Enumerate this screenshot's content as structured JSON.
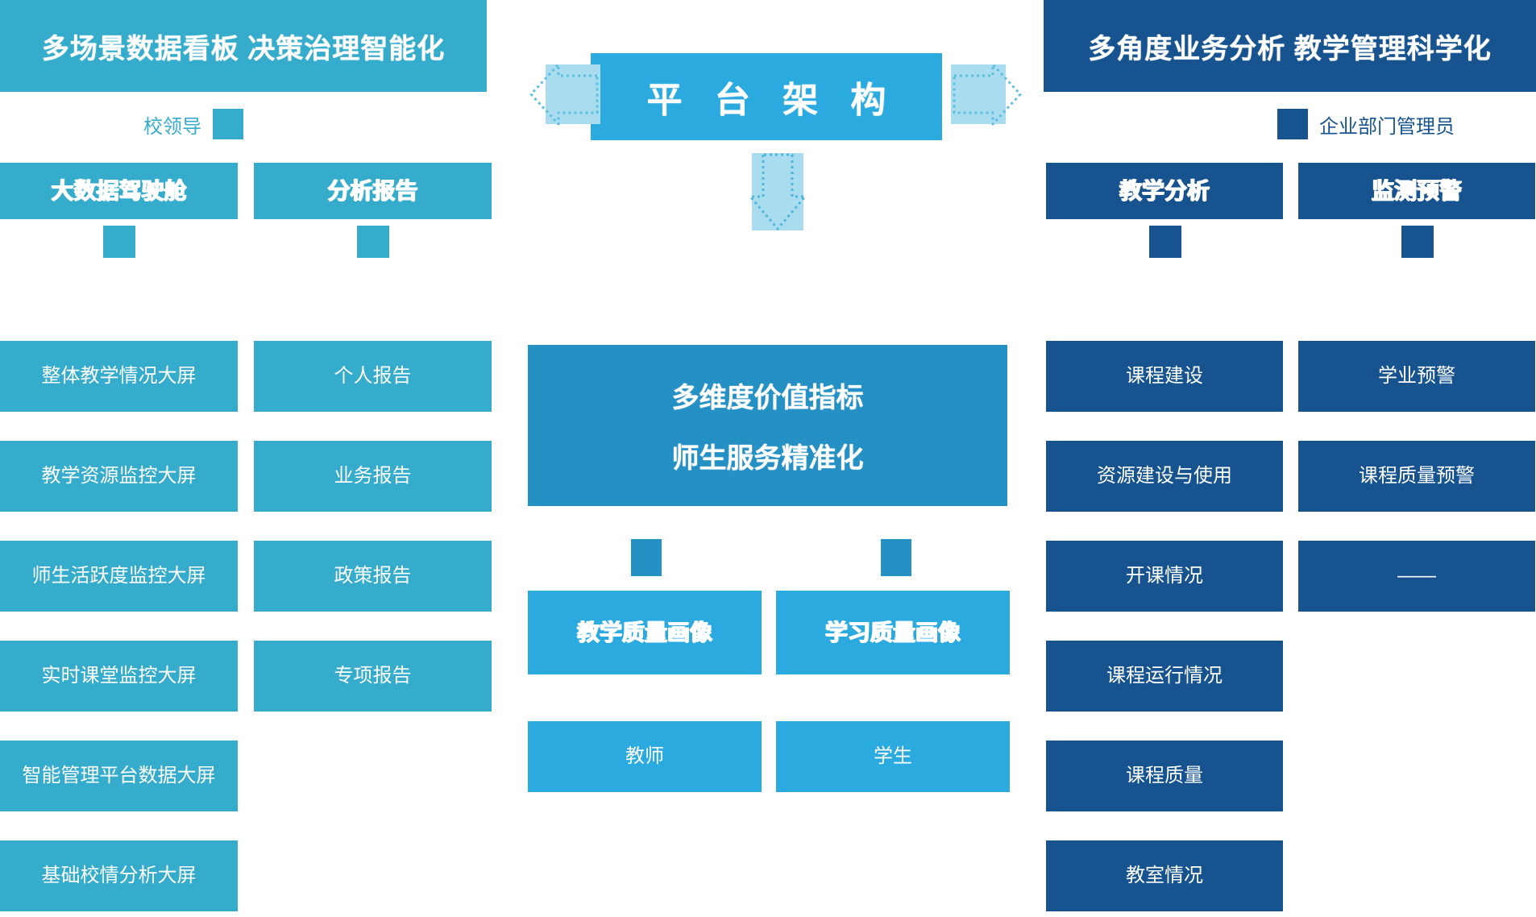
{
  "theme": {
    "cyan": "#35ACCB",
    "cyan_bright": "#2BAADF",
    "cyan_mid": "#2490C4",
    "navy": "#17548F",
    "arrow_fill": "#A8DCEE",
    "background": "#FFFFFF"
  },
  "center": {
    "title": "平 台 架 构",
    "left_arrow_icon": "arrow-left-dotted-icon",
    "right_arrow_icon": "arrow-right-dotted-icon",
    "down_arrow_icon": "arrow-down-dotted-icon",
    "value_panel": {
      "line1": "多维度价值指标",
      "line2": "师生服务精准化"
    },
    "branches": [
      {
        "category": "教学质量画像",
        "items": [
          "教师"
        ]
      },
      {
        "category": "学习质量画像",
        "items": [
          "学生"
        ]
      }
    ]
  },
  "left": {
    "banner": "多场景数据看板 决策治理智能化",
    "role_label": "校领导",
    "columns": [
      {
        "category": "大数据驾驶舱",
        "items": [
          "整体教学情况大屏",
          "教学资源监控大屏",
          "师生活跃度监控大屏",
          "实时课堂监控大屏",
          "智能管理平台数据大屏",
          "基础校情分析大屏"
        ]
      },
      {
        "category": "分析报告",
        "items": [
          "个人报告",
          "业务报告",
          "政策报告",
          "专项报告"
        ]
      }
    ]
  },
  "right": {
    "banner": "多角度业务分析 教学管理科学化",
    "role_label": "企业部门管理员",
    "columns": [
      {
        "category": "教学分析",
        "items": [
          "课程建设",
          "资源建设与使用",
          "开课情况",
          "课程运行情况",
          "课程质量",
          "教室情况"
        ]
      },
      {
        "category": "监测预警",
        "items": [
          "学业预警",
          "课程质量预警",
          "——"
        ]
      }
    ]
  }
}
